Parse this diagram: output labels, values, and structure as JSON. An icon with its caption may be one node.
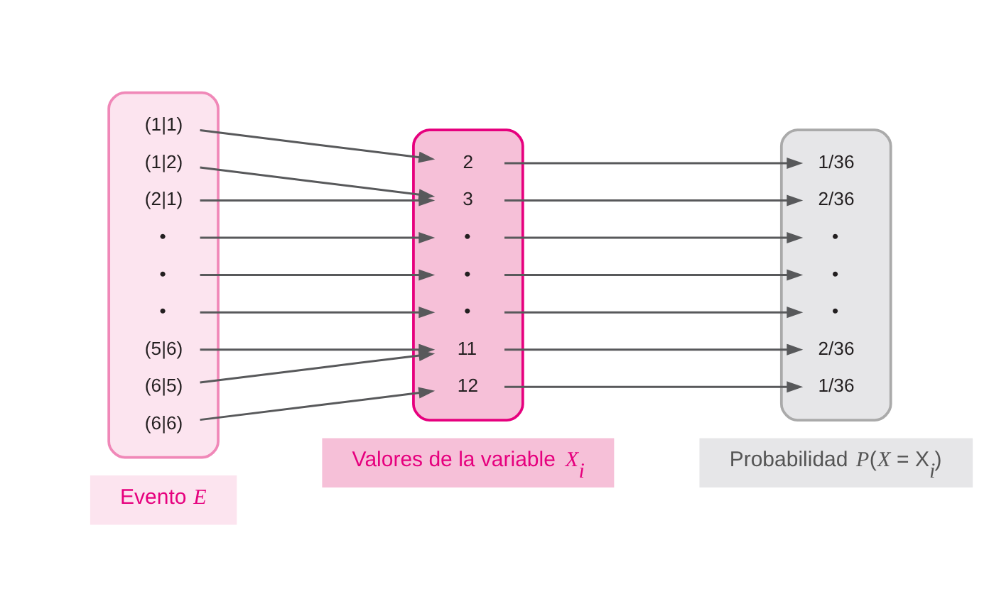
{
  "diagram": {
    "nodes": [
      {
        "text": [
          "Evento *E*"
        ]
      },
      {
        "text": [
          "Valores de la variable *X*$_{i}$"
        ]
      },
      {
        "text": [
          "Probabilidad *P*(*X* = X$_{i}$)"
        ]
      },
      {
        "text": [],
        "shape": "ellipse"
      },
      {
        "text": [
          "(1|1)"
        ],
        "in": 3
      },
      {
        "text": [
          "(1|2)"
        ],
        "in": 3
      },
      {
        "text": [
          "(2|1)"
        ],
        "in": 3
      },
      {
        "text": [
          "•"
        ],
        "in": 3
      },
      {
        "text": [
          "•"
        ],
        "in": 3
      },
      {
        "text": [
          "•"
        ],
        "in": 3
      },
      {
        "text": [
          "(5|6)"
        ],
        "in": 3
      },
      {
        "text": [
          "(6|5)"
        ],
        "in": 3
      },
      {
        "text": [
          "(6|6)"
        ],
        "in": 3
      },
      {
        "text": [],
        "shape": "ellipse"
      },
      {
        "text": [
          "2"
        ],
        "in": 13
      },
      {
        "text": [
          "3"
        ],
        "in": 13
      },
      {
        "text": [
          "•"
        ],
        "in": 13
      },
      {
        "text": [
          "•"
        ],
        "in": 13
      },
      {
        "text": [
          "•"
        ],
        "in": 13
      },
      {
        "text": [
          "11"
        ],
        "in": 13
      },
      {
        "text": [
          "12"
        ],
        "in": 13
      },
      {
        "text": [],
        "shape": "ellipse"
      },
      {
        "text": [
          "1/36"
        ],
        "in": 21
      },
      {
        "text": [
          "2/36"
        ],
        "in": 21
      },
      {
        "text": [
          "•"
        ],
        "in": 21
      },
      {
        "text": [
          "•"
        ],
        "in": 21
      },
      {
        "text": [
          "•"
        ],
        "in": 21
      },
      {
        "text": [
          "2/36"
        ],
        "in": 21
      },
      {
        "text": [
          "1/36"
        ],
        "in": 21
      }
    ],
    "edges": [
      {
        "from": 4,
        "to": 14,
        "arrow": "to"
      },
      {
        "from": 5,
        "to": 15,
        "arrow": "to"
      },
      {
        "from": 6,
        "to": 15,
        "arrow": "to"
      },
      {
        "from": 7,
        "to": 16,
        "arrow": "to"
      },
      {
        "from": 8,
        "to": 17,
        "arrow": "to"
      },
      {
        "from": 9,
        "to": 18,
        "arrow": "to"
      },
      {
        "from": 10,
        "to": 19,
        "arrow": "to"
      },
      {
        "from": 11,
        "to": 19,
        "arrow": "to"
      },
      {
        "from": 12,
        "to": 20,
        "arrow": "to"
      },
      {
        "from": 14,
        "to": 22,
        "arrow": "to"
      },
      {
        "from": 15,
        "to": 23,
        "arrow": "to"
      },
      {
        "from": 16,
        "to": 24,
        "arrow": "to"
      },
      {
        "from": 17,
        "to": 25,
        "arrow": "to"
      },
      {
        "from": 18,
        "to": 26,
        "arrow": "to"
      },
      {
        "from": 19,
        "to": 27,
        "arrow": "to"
      },
      {
        "from": 20,
        "to": 28,
        "arrow": "to"
      }
    ]
  }
}
